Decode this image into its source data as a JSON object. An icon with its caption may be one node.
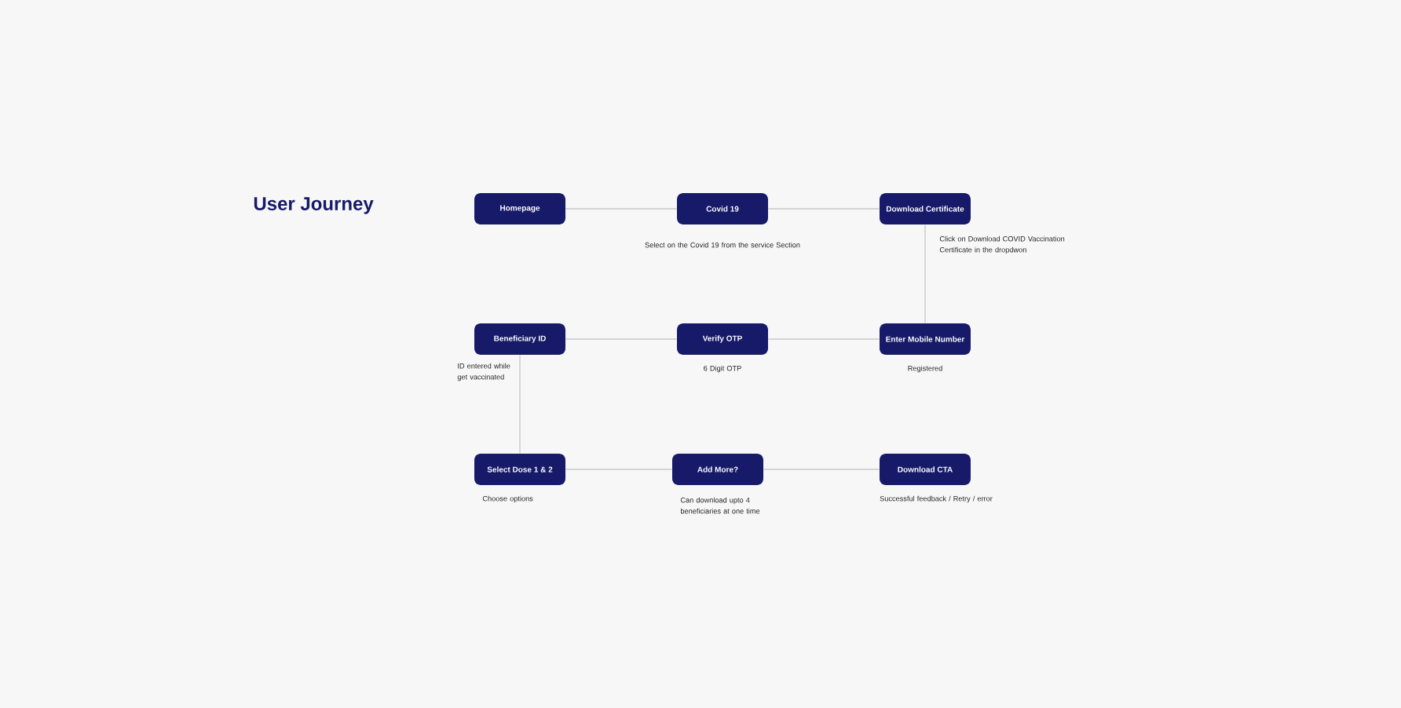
{
  "diagram": {
    "title": "User Journey",
    "nodes": [
      {
        "text": [
          "Homepage"
        ]
      },
      {
        "text": [
          "Covid 19"
        ],
        "beside": [
          "Select on the Covid 19 from the service Section"
        ]
      },
      {
        "text": [
          "Download Certificate"
        ],
        "beside": [
          "Click on Download COVID Vaccination Certificate in the dropdwon"
        ]
      },
      {
        "text": [
          "Beneficiary ID"
        ],
        "beside": [
          "ID entered while get vaccinated"
        ]
      },
      {
        "text": [
          "Verify OTP"
        ],
        "beside": [
          "6 Digit OTP"
        ]
      },
      {
        "text": [
          "Enter Mobile Number"
        ],
        "beside": [
          "Registered"
        ]
      },
      {
        "text": [
          "Select Dose 1 & 2"
        ],
        "beside": [
          "Choose options"
        ]
      },
      {
        "text": [
          "Add More?"
        ],
        "beside": [
          "Can download upto 4 beneficiaries at one time"
        ]
      },
      {
        "text": [
          "Download CTA"
        ],
        "beside": [
          "Successful feedback / Retry / error"
        ]
      }
    ],
    "edges": [
      {
        "from": 0,
        "to": 1,
        "arrow": "none"
      },
      {
        "from": 1,
        "to": 2,
        "arrow": "none"
      },
      {
        "from": 2,
        "to": 5,
        "arrow": "none"
      },
      {
        "from": 5,
        "to": 4,
        "arrow": "none"
      },
      {
        "from": 4,
        "to": 3,
        "arrow": "none"
      },
      {
        "from": 3,
        "to": 6,
        "arrow": "none"
      },
      {
        "from": 6,
        "to": 7,
        "arrow": "none"
      },
      {
        "from": 7,
        "to": 8,
        "arrow": "none"
      }
    ]
  }
}
